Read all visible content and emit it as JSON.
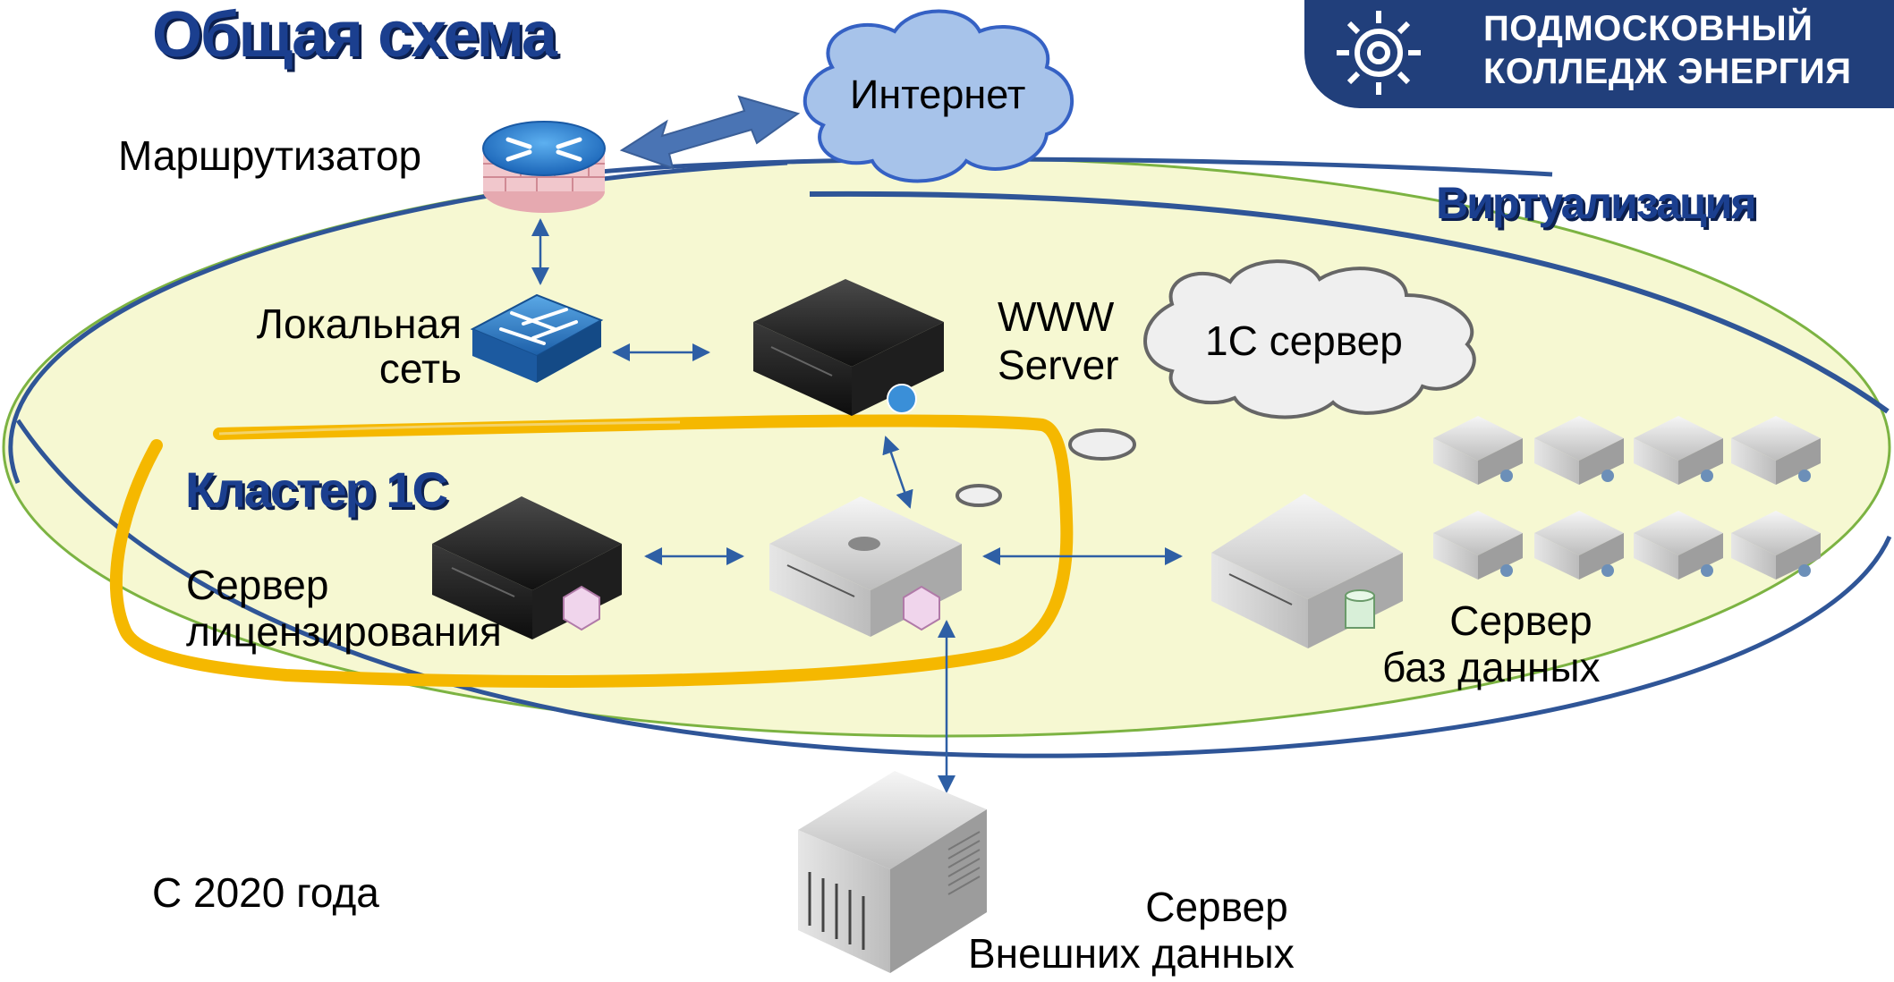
{
  "title": "Общая схема",
  "logo": {
    "line1": "ПОДМОСКОВНЫЙ",
    "line2": "КОЛЛЕДЖ ЭНЕРГИЯ",
    "icon": "gear-logo-icon",
    "color": "#213f7b"
  },
  "zones": {
    "virtualization": "Виртуализация",
    "cluster": "Кластер 1С"
  },
  "nodes": {
    "internet": "Интернет",
    "router": "Маршрутизатор",
    "lan_line1": "Локальная",
    "lan_line2": "сеть",
    "www_line1": "WWW",
    "www_line2": "Server",
    "cloud_1c": "1С сервер",
    "license_line1": "Сервер",
    "license_line2": "лицензирования",
    "db_line1": "Сервер",
    "db_line2": "баз данных",
    "ext_line1": "Сервер",
    "ext_line2": "Внешних данных"
  },
  "footer_note": "С 2020 года",
  "colors": {
    "ellipse_fill": "#f6f8d2",
    "ellipse_stroke": "#2f5597",
    "cluster_stroke": "#f5b800",
    "arrow": "#2e5fa5",
    "cloud_blue": "#a7c3ea",
    "cloud_grey": "#efefef"
  }
}
